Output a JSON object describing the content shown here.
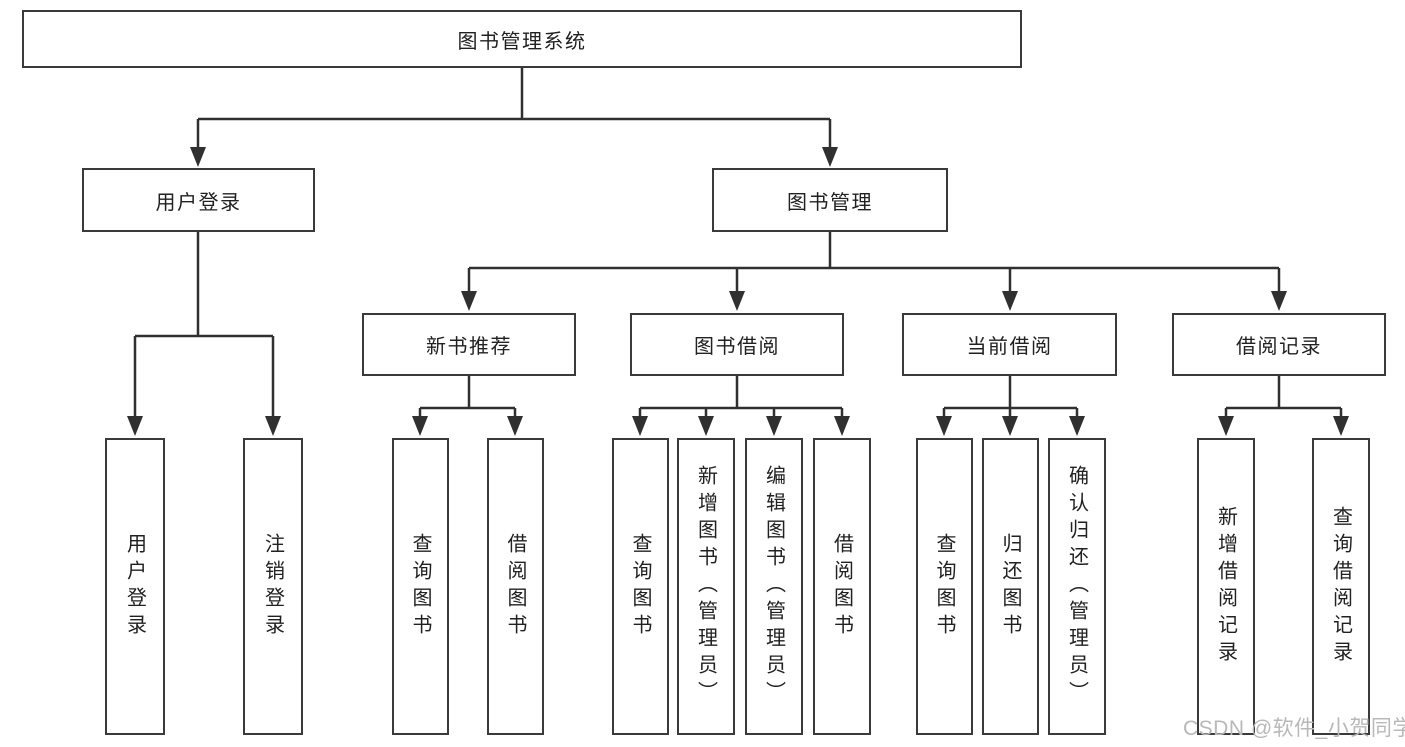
{
  "colors": {
    "line": "#303030",
    "box_border": "#3a3a3a",
    "text": "#212121",
    "background": "#ffffff",
    "watermark": "#b8b8b8"
  },
  "diagram": {
    "root": {
      "label": "图书管理系统"
    },
    "branches": [
      {
        "label": "用户登录",
        "children": [
          {
            "label": "用户登录"
          },
          {
            "label": "注销登录"
          }
        ]
      },
      {
        "label": "图书管理",
        "children": [
          {
            "label": "新书推荐",
            "children": [
              {
                "label": "查询图书"
              },
              {
                "label": "借阅图书"
              }
            ]
          },
          {
            "label": "图书借阅",
            "children": [
              {
                "label": "查询图书"
              },
              {
                "label": "新增图书（管理员）"
              },
              {
                "label": "编辑图书（管理员）"
              },
              {
                "label": "借阅图书"
              }
            ]
          },
          {
            "label": "当前借阅",
            "children": [
              {
                "label": "查询图书"
              },
              {
                "label": "归还图书"
              },
              {
                "label": "确认归还（管理员）"
              }
            ]
          },
          {
            "label": "借阅记录",
            "children": [
              {
                "label": "新增借阅记录"
              },
              {
                "label": "查询借阅记录"
              }
            ]
          }
        ]
      }
    ]
  },
  "watermark": {
    "text": "CSDN @软件_小贺同学"
  }
}
